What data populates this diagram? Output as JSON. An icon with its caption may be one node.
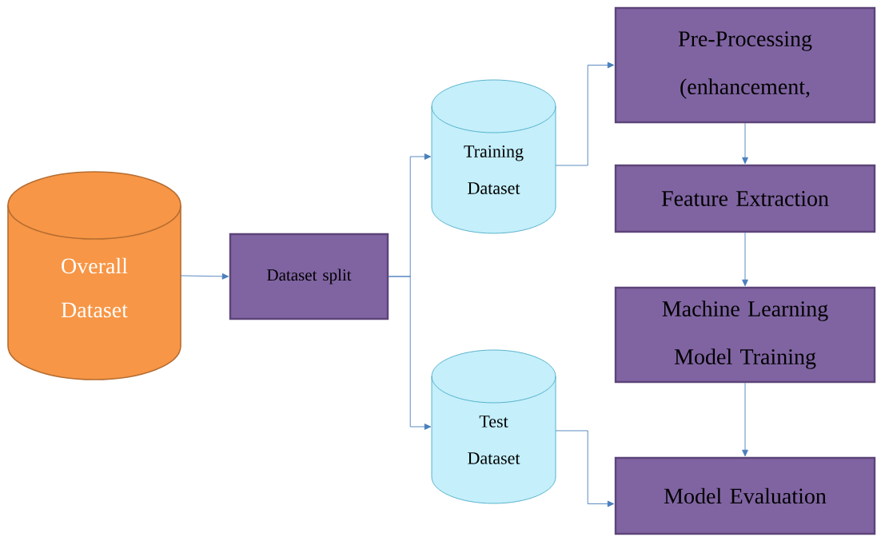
{
  "diagram": {
    "nodes": [
      {
        "text": [
          "Overall Dataset"
        ]
      },
      {
        "text": [
          "Dataset split"
        ]
      },
      {
        "text": [
          "Training Dataset"
        ]
      },
      {
        "text": [
          "Test Dataset"
        ]
      },
      {
        "text": [
          "Pre-Processing (enhancement,"
        ]
      },
      {
        "text": [
          "Feature Extraction"
        ]
      },
      {
        "text": [
          "Machine Learning Model Training"
        ]
      },
      {
        "text": [
          "Model Evaluation"
        ]
      }
    ],
    "edges": [
      {
        "from": 0,
        "to": 1,
        "arrow": "to"
      },
      {
        "from": 1,
        "to": 2,
        "arrow": "to"
      },
      {
        "from": 1,
        "to": 3,
        "arrow": "to"
      },
      {
        "from": 2,
        "to": 4,
        "arrow": "to"
      },
      {
        "from": 4,
        "to": 5,
        "arrow": "to"
      },
      {
        "from": 5,
        "to": 6,
        "arrow": "to"
      },
      {
        "from": 6,
        "to": 7,
        "arrow": "to"
      },
      {
        "from": 3,
        "to": 7,
        "arrow": "to"
      }
    ]
  }
}
